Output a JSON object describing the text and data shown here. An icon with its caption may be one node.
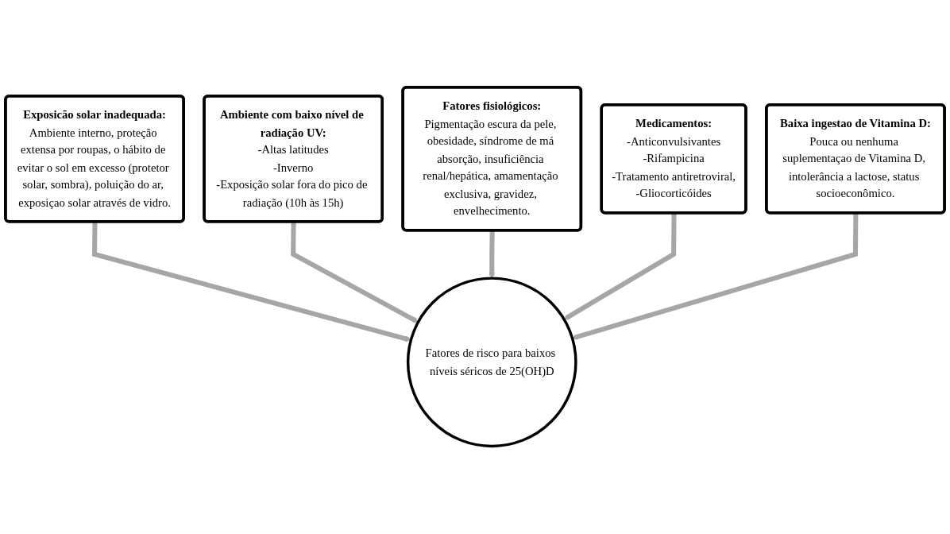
{
  "diagram": {
    "nodes": [
      {
        "text": [
          "Exposicão solar inadequada:",
          "Ambiente interno, proteção extensa por roupas, o hábito de evitar o sol em excesso (protetor solar, sombra), poluição do ar, exposiçao solar através de vidro."
        ]
      },
      {
        "text": [
          "Ambiente com baixo nível de radiação UV:",
          "-Altas latitudes",
          "-Inverno",
          "-Exposição solar fora do pico de radiação (10h às 15h)"
        ]
      },
      {
        "text": [
          "Fatores fisiológicos:",
          "Pigmentação escura da pele, obesidade, síndrome de má absorção, insuficiência renal/hepática, amamentação exclusiva, gravidez, envelhecimento."
        ]
      },
      {
        "text": [
          "Medicamentos:",
          "-Anticonvulsivantes",
          "-Rifampicina",
          "-Tratamento antiretroviral,",
          "-Gliocorticóides"
        ]
      },
      {
        "text": [
          "Fatores de risco para baixos níveis séricos de 25(OH)D"
        ]
      },
      {
        "text": [
          "Baixa ingestao de Vitamina D:",
          "Pouca ou nenhuma suplementaçao de Vitamina D, intolerância a lactose, status socioeconômico."
        ]
      }
    ],
    "edges": [
      {
        "from": 0,
        "to": 4,
        "arrow": "to"
      },
      {
        "from": 1,
        "to": 4,
        "arrow": "to"
      },
      {
        "from": 2,
        "to": 4,
        "arrow": "to"
      },
      {
        "from": 3,
        "to": 4,
        "arrow": "to"
      },
      {
        "from": 5,
        "to": 4,
        "arrow": "to"
      }
    ]
  }
}
